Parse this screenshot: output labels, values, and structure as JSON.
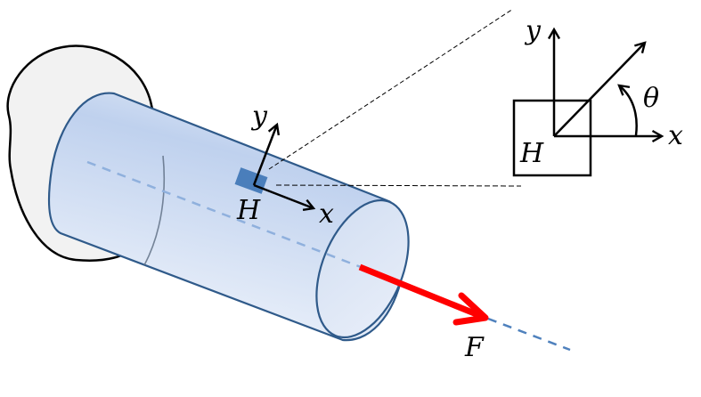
{
  "labels": {
    "point": "H",
    "local_x": "x",
    "local_y": "y",
    "inset_point": "H",
    "inset_x": "x",
    "inset_y": "y",
    "angle": "θ",
    "force": "F"
  },
  "colors": {
    "background": "#ffffff",
    "wall_fill": "#f2f2f2",
    "wall_stroke": "#000000",
    "cylinder_stroke": "#2f5a8a",
    "cylinder_fill_light": "#eaf0fa",
    "cylinder_fill_dark": "#c0d2ee",
    "axis_dash": "#4f81bd",
    "element": "#4a7ebb",
    "force": "#ff0000",
    "ink": "#000000"
  }
}
